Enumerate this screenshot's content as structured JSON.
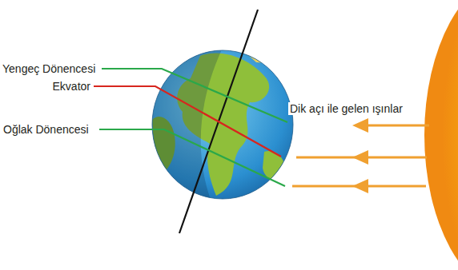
{
  "diagram": {
    "labels": [
      "Yengeç Dönencesi",
      "Ekvator",
      "Oğlak Dönencesi",
      "Dik açı ile gelen ışınlar"
    ]
  }
}
